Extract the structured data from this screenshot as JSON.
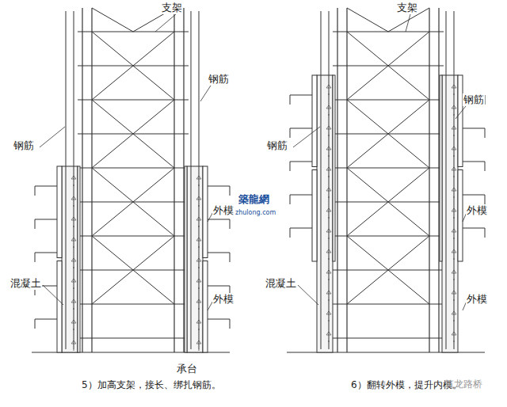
{
  "diagram": {
    "labels": [
      "支架",
      "支架",
      "钢筋",
      "钢筋",
      "钢筋",
      "钢筋",
      "外模",
      "外模",
      "外模",
      "外模",
      "混凝土",
      "混凝土",
      "承台",
      "5）加高支架，接长、绑扎钢筋。",
      "6）翻转外模，提升内模。",
      "築龍網",
      "zhulong.com",
      "筑龙路桥"
    ]
  }
}
